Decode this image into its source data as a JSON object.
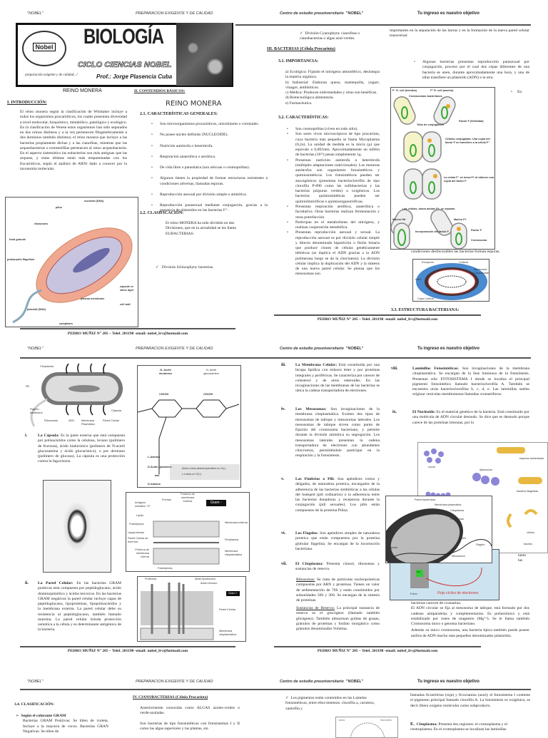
{
  "header": {
    "left": "\"NOBEL\"",
    "center": "PREPARACION EXIGENTE Y DE CALIDAD",
    "right_italic": "Centro de estudio preuniversitario",
    "right_bold": "\"NOBEL\"",
    "slogan": "Tu ingreso es nuestro objetivo"
  },
  "footer": "PEDRO MUÑIZ N° 205 – Telef. 201198 -email: nobel_lrv@hotmail.com",
  "banner": {
    "title": "BIOLOGÍA",
    "cycle": "CICLO CIENCIAS NOBEL",
    "prof": "Prof.: Jorge Plasencia Cuba",
    "logo": "Nobel",
    "tagline": "preparación exigente y de calidad...!"
  },
  "page1": {
    "reino_left": "REINO MONERA",
    "intro_title": "I.  INTRODUCCIÓN:",
    "intro_text": "El reino monera según la clasificación de Whittaker incluye a todos los organismos procarióticos, los cuales presentan diversidad a nivel molecular, bioquímico, metabólico, patológico y ecológico. En la clasificación de Woese estos organismos han sido separados en dos reinos distintos y a la vez pertenecen filogenéticamente a dos dominios también distintos; el reino monera que incluye a las bacterias propiamente dichas y a las cianofitas, mientras que las arqueobacterias o extremófilas pertenecen al reino arqueobacteria. En el aspecto sistemático las eubacterias son más antiguas que las arqueas, y estas últimas están más emparentadas con los Eucarióticos, según el análisis de ARNr dado a conocer por la taxonomía molecular.",
    "diagram_labels": [
      "nucleoid (DNA)",
      "pilus",
      "ribosomes",
      "food granule",
      "prokaryotic flagellum",
      "capsule or slime layer",
      "plasma membrane",
      "cell wall",
      "plasmid (DNA)",
      "cytoplasm"
    ],
    "contenidos": "II.  CONTENIDOS BÁSICOS:",
    "reino_title": "REINO MONERA",
    "c21": "2.1. CARACTERÍSTICAS GENERALES:",
    "c21_items": [
      "Son microorganismos procarióticos, unicelulares o coloniales.",
      "No posee núcleo definido (NUCLEOIDE).",
      "Nutrición autótrofa o heterótrofa.",
      "Respiración anaeróbica o aeróbica.",
      "De vida libre o parasitaria (son ubicuas o cosmopolitas).",
      "Algunos tienen la propiedad de formar estructuras resistentes a condiciones adversas, llamadas esporas.",
      "Reproducción asexual por división simple o amitótica.",
      "Reproducción parasexual mediante conjugación, gracias a la presencia de plásmidos en las bacterias F⁺."
    ],
    "c22": "2.2. CLASIFICACIÓN:",
    "c22_text": "El reino MONERA ha sido dividido en dos Divisiones, que en la actualidad se les llama EUBACTERIAS:",
    "check1": "División Schizophyta: bacterias.",
    "check2": "División Cyanophyta: cianofitas o cianobacterias o algas azul-verdes.",
    "iii": "III. BACTERIAS (Célula Procariota)",
    "c31": "3.1. IMPORTANCIA:",
    "c31_items": [
      "a)  Ecológica: Fijando el nitrógeno atmosférico, desintegra la materia orgánica.",
      "b)  Industrial: Elaboran queso, mantequilla, yogurt, vinagre, antibióticos.",
      "c)  Médica: Producen enfermedades y otras son benéficas.",
      "d)  Biotecnológica alimentaria.",
      "e)  Farmacéutica."
    ],
    "c32": "3.2. CARACTERÍSTICAS:",
    "c32_items": [
      "Son cosmopolitas (viven en todo sitio).",
      "Son seres vivos microscópicos de tipo procariota, cuya bacteria más pequeña se llama Mycoplasma (0,2u). La unidad de medida es la micra (µ) que equivale a 0,001mm. Aproximadamente un millón de bacterias (10¹²) pesan simplemente 1g.",
      "Presentan nutrición autótrofa o heterótrofa (múltiples adaptaciones nutricionales). Los moneras autótrofos son organismos fotosintéticos y quimiosintéticos. Los fotosintéticos pueden ser anoxigénicos (presentan bacterioclorofila de tipo clorofila P-890 como las sulfobacterias y las bacterias púrpuras verdes) u oxigénicos. Los bacterias quimiosintéticas pueden ser quimiolitotróficas o quimioorganotróficas.",
      "Presentan respiración aeróbica, anaeróbica o facultativa. Otras bacterias realizan fermentación y otras putrefacción.",
      "Participan en el metabolismo del nitrógeno, y realizan cooperación metabólica.",
      "Presentan reproducción asexual y sexual. La reproducción asexual es por división celular simple y directa denominada bipartición o fisión binaria que produce clones de células genéticamente idénticas (se duplica el ADN gracias a la ADN polimerasa luego se da la citocinesis). La división celular implica la duplicación del ADN y la síntesis de una nueva pared celular. Se piensa que los mesosomas son"
    ],
    "right_top": "importantes en la separación de las barras y en la formación de la nueva pared celular transversal.",
    "parasex": "Algunas bacterias presentan reproducción parasexual por conjugación, proceso por el cual dos cepas diferentes de una bacteria se unen, durante aproximadamente una hora, y una de ellas transfiere un plásmido (ADN) a la otra.",
    "en": "En",
    "conj_labels": [
      "F⁻ E. coli (hembra)",
      "F⁺ E. coli (macho)",
      "Cromosomas bacterianos",
      "Tubo de conjugación",
      "Factor F (fertilidad)",
      "Células conjugadas: Una copia del factor F se transfiere a la célula F⁻.",
      "La célula F⁻ se torna F+ al obtener una copia del factor F.",
      "Las células, ahora ambas F+, se separan",
      "Macho Hfr",
      "Macho F+",
      "Incorporación del factor F",
      "Factor F",
      "Cromosoma"
    ],
    "esporas": "condiciones desfavorables las bacterias forman esporas.",
    "spore_labels": [
      "Exosporio",
      "Corteza",
      "ADN",
      "Membrana Citoplasmática",
      "Capa Cortical"
    ],
    "c33": "3.3. ESTRUCTURA BACTERIANA:"
  },
  "page2": {
    "cell_labels": [
      "Citoplasma",
      "Pili",
      "Flagelo bacteriano",
      "Ribosomas",
      "ADN",
      "Membrana Plasmática",
      "Pared Celular",
      "Cápsula"
    ],
    "chem_labels": [
      "N- Acetil murámico",
      "N- Acetil glucosamina",
      "CH2OH",
      "L-Alanina",
      "D-Ácido glutámico",
      "aa3",
      "D-Alanina",
      "Ácido meso-diaminopimélico en G(-)",
      "L-Lisina en G(+)"
    ],
    "gramneg_labels": [
      "Antígeno somático \"O\"",
      "Porinas",
      "Proteína de membrana externa",
      "Gram -",
      "Lípido",
      "Fosfolípidos",
      "Lipoproteínas",
      "Pared Celular de mureína",
      "Proteína de membrana interna",
      "Membrana externa",
      "Periplasma",
      "Membrana citoplasmática",
      "Fosfolípidos"
    ],
    "grampos_labels": [
      "Proteínas",
      "Ácido lipoteicoico",
      "Ácido teicoico",
      "Gram +",
      "Pared Celular",
      "Membrana citoplasmática"
    ],
    "i_num": "i.",
    "i_title": "La Cápsula:",
    "i_text": "Es la parte externa que está compuesta por polisacáridos como la celulosa, levano (polímero de fructosa), ácido hialurónico (polímero de N-acetil glucosamina y ácido glucurónico), o por dextrano (polímero de glucosa). La cápsula es una protección contra la fagocitosis.",
    "ii_num": "ii.",
    "ii_title": "La Pared Celular:",
    "ii_text": "En las bacterias GRAM positivas está compuesta por peptidoglucano, ácido diaminopimélico y ácidos teicoicos. En las bacterias GRAM negativas la pared celular incluye capas de peptidoglucano, lipoproteínas, lipopolisacáridos y la membrana externa. La pared celular debe su resistencia al peptidoglucano, también llamado mureína. La pared celular brinda protección osmótica a la célula y es determinante antigénico de la bacteria.",
    "iii_num": "iii.",
    "iii_title": "La Membrana Celular:",
    "iii_text": "Está constituida por una bicapa lipídica con enlaces éster y por proteínas integrales y periféricas. Se caracteriza por carecer de colesterol y de otros esteroides. En las invaginaciones de las membranas de las bacterias se ubica la cadena transportadora de electrones.",
    "iv_num": "iv.",
    "iv_title": "Los Mesosomas:",
    "iv_text": "Son invaginaciones de la membrana citoplasmática. Existen dos tipos de mesosomas de tabique y mesosomas laterales. Los mesosomas de tabique sirven como punto de fijación del cromosoma bacteriano, y permite durante la división amitótica su segregación. Los mesosomas laterales presentan la cadena transportadora de electrones con abundantes citocromos, permitiéndole participar en la respiración y la fotosíntesis.",
    "v_num": "v.",
    "v_title": "Las Fimbrias o Pili:",
    "v_text": "Son apéndices cortos y delgados, de naturaleza proteica, encargados de la adherencia de las bacterias simbióticas a las células del huésped (pili ordinarios) o la adherencia entre las bacterias donadoras y receptoras durante la conjugación (pili sexuales). Los pilis están compuestos de la proteína Pilina.",
    "vi_num": "vi.",
    "vi_title": "Los Flagelos:",
    "vi_text": "Son apéndices simples de naturaleza proteica que están compuestos por la proteína globular flagelina. Se encargan de la locomoción bacteriana.",
    "vii_num": "vii.",
    "vii_title": "El Citoplasma:",
    "vii_text": "Presenta citosol, ribosomas y sustancias de reserva.",
    "ribo_title": "Ribosomas:",
    "ribo_text": "Se trata de partículas nucleoproteicas compuestas por ARN y proteínas. Tienen un valor de sedimentación de 70S y están constituidos por subunidades 50S y 30S. Se encargan de la síntesis de proteínas.",
    "sust_title": "Sustancias de Reserva:",
    "sust_text": "La principal sustancia de reserva es el glucógeno (llamado también glicógeno). También almacenan gotitas de grasas, gránulos de proteínas y fosfato inorgánico como gránulos denominados Volutina.",
    "viii_num": "viii.",
    "viii_title": "Laminillas Fotosintéticas:",
    "viii_text": "Son invaginaciones de la membrana citoplasmática. Se encargan de la fase luminosa de la fotosíntesis. Presentan sólo FOTOSISTEMA I donde se localiza el principal pigmento fotosintético llamado bacterioclorofila A. También se encuentra otras bacterioclorofilas b, c, d, e. Las laminillas suelen originar vesículas membranosas llamadas cromatóforos.",
    "ix_num": "ix.",
    "ix_title": "El Nucleoide:",
    "ix_text": "Es el material genético de la bacteria. Está constituido por una molécula de ADN circular desnudo. Se dice que es desnudo porque carece de las proteínas histonas, por lo",
    "shape_labels": [
      "cocos",
      "esporas bacterianas",
      "diplococos",
      "bacteria flagelada",
      "vibrios",
      "bacilos"
    ],
    "cell2_labels": [
      "Pared bacteriana",
      "Membrana plasmática",
      "Citoplasma",
      "Ribosomas",
      "ADN",
      "Flagelo",
      "Cápsula",
      "Mesosoma"
    ],
    "electron_labels": [
      "Chl",
      "Fotón",
      "Flujo cíclico de electrones"
    ],
    "tanto": "tanto las",
    "ix_cont": "bacterias carecen de cromatina.",
    "adn_text": "El ADN circular se fija al mesosoma de tabique, está formado por dos cadenas antiparalelas y complementarias. Es polianiónico y está estabilizado por iones de magnesio (Mg⁺²). Se le llama también Cromosoma único o genoma bacteriano.",
    "plasm_text": "Además su único cromosoma, una bacteria típica también puede poseer anillos de ADN mucho más pequeños denominados plásmidos."
  },
  "page3": {
    "c34": "3.4. CLASIFICACIÓN:",
    "gram_title": "Según el colorante GRAM",
    "gram_text": "Bacterias GRAM Positivas: Se tiñen de violeta. Incluye a la mayoría de cocos. Bacterias GRAN Negativas: Se tiñen de",
    "iv_title": "IV. CIANOBACTERIAS (Célula Procariota)",
    "iv_text1": "Anteriormente conocidas como ALGAS azules-verdes o verde-azuladas.",
    "iv_text2": "Son bacterias de tipo fotosintéticas con fotosistemas I y II como las algas superiores y las plantas, sin",
    "pig_text": "Los pigmentos están contenidos en las Lamelas fotosintéticas, entre ellos tenemos: clorofila a, caroteno, xantofila y",
    "fig_labels": [
      "vaina",
      "tilacoides"
    ],
    "ficos_text": "llamadas ficoeritrina (roja) y ficocianina (azul); el fotosistema I contiene el pigmento principal llamado clorofila A. La fotosíntesis es oxigénica, es decir libera oxígeno molecular como subproducto.",
    "e_label": "E.",
    "e_title": "Citoplasma:",
    "e_text": "Presenta dos regiones: el cromoplasma y el centroplasma. En el cromoplasma se localizan las laminillas"
  }
}
